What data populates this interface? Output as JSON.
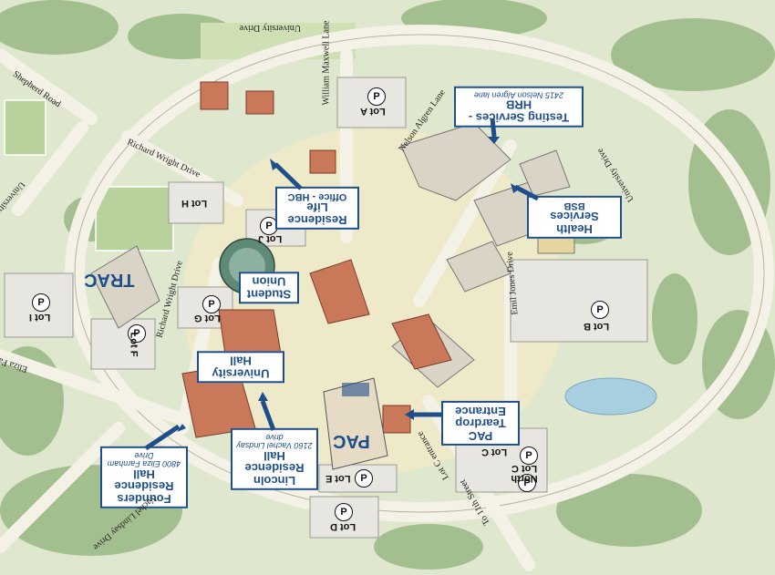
{
  "map": {
    "callouts": {
      "residence_life": {
        "title": "Residence Life",
        "subtitle": "Office - HBC"
      },
      "health_services": {
        "title": "Health Services",
        "subtitle": "BSB"
      },
      "testing_services": {
        "title": "Testing Services - HRB",
        "subtitle": "2415 Nelson Algren lane"
      },
      "student_union": {
        "title": "Student",
        "subtitle": "Union"
      },
      "university_hall": {
        "title": "University Hall"
      },
      "lincoln_hall": {
        "title": "Lincoln",
        "line2": "Residence Hall",
        "subtitle": "2160 Vachel Lindsay drive"
      },
      "founders_hall": {
        "title": "Founders",
        "line2": "Residence Hall",
        "subtitle": "4800 Eliza Farnham Drive"
      },
      "pac_teardrop": {
        "title": "PAC Teardrop",
        "subtitle": "Entrance"
      }
    },
    "buildings": {
      "trac": "TRAC",
      "pac": "PAC"
    },
    "lots": {
      "lot_a": "Lot A",
      "lot_b": "Lot B",
      "lot_c": "Lot C",
      "lot_c_north": "North Lot C",
      "lot_d": "Lot D",
      "lot_e": "Lot E",
      "lot_f": "Lot F",
      "lot_g": "Lot G",
      "lot_h": "Lot H",
      "lot_i": "Lot I",
      "lot_j": "Lot J"
    },
    "parking_symbol": "P",
    "roads": {
      "university_drive_top": "University Drive",
      "university_drive_right": "University Drive",
      "university_drive_left": "University Drive",
      "shepherd_road": "Shepherd Road",
      "richard_wright_drive": "Richard Wright Drive",
      "richard_wright_drive_2": "Richard Wright Drive",
      "eliza_farnham_drive": "Eliza Farnham Drive",
      "vachel_lindsay_drive": "Vachel Lindsay Drive",
      "william_maxwell_lane": "William Maxwell Lane",
      "nelson_algren_lane": "Nelson Algren Lane",
      "emiliano_drive": "Emil Jones Drive",
      "lot_c_road": "Lot C entrance",
      "to_1st_street": "To 11th Street"
    },
    "colors": {
      "callout_border": "#1f4f8b",
      "grass": "#dfe8cf",
      "road": "#f4f1e6",
      "tree": "#6f9a55",
      "water": "#a8cfe0",
      "brick": "#c9785a"
    }
  }
}
